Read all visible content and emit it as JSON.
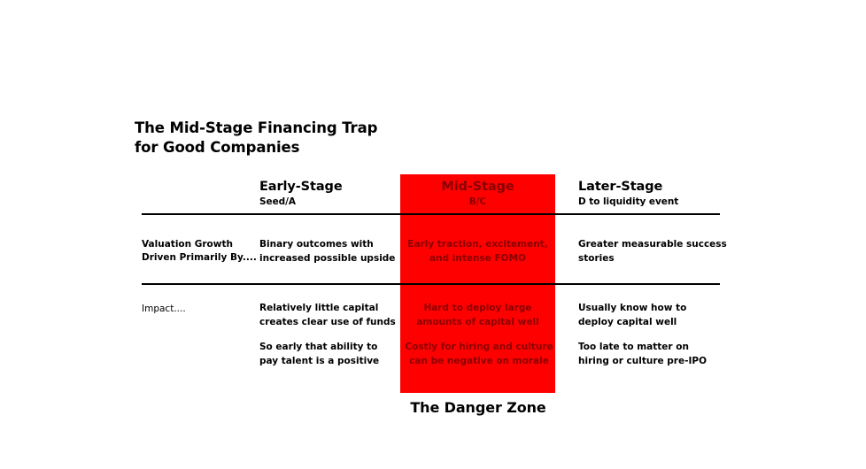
{
  "slide": {
    "title": "The Mid-Stage Financing Trap\nfor Good Companies",
    "danger_caption": "The Danger Zone",
    "accent_color": "#FF0000",
    "on_red_text_color": "#8A0000",
    "text_color": "#000000",
    "background_color": "#FFFFFF"
  },
  "columns": [
    {
      "key": "early",
      "title": "Early-Stage",
      "subtitle": "Seed/A",
      "highlighted": false
    },
    {
      "key": "mid",
      "title": "Mid-Stage",
      "subtitle": "B/C",
      "highlighted": true
    },
    {
      "key": "later",
      "title": "Later-Stage",
      "subtitle": "D to liquidity event",
      "highlighted": false
    }
  ],
  "rows": [
    {
      "key": "valuation",
      "label": "Valuation Growth\nDriven Primarily By....",
      "label_bold": true,
      "cells": {
        "early": [
          "Binary outcomes with\nincreased possible upside"
        ],
        "mid": [
          "Early traction, excitement,\nand intense FOMO"
        ],
        "later": [
          "Greater measurable success\nstories"
        ]
      }
    },
    {
      "key": "impact",
      "label": "Impact....",
      "label_bold": false,
      "cells": {
        "early": [
          "Relatively little capital\ncreates clear use of funds",
          "So early that ability to\npay talent is a positive"
        ],
        "mid": [
          "Hard to deploy large\namounts of capital well",
          "Costly for hiring and culture\ncan be negative on morale"
        ],
        "later": [
          "Usually know how to\ndeploy capital well",
          "Too late to matter on\nhiring or culture pre-IPO"
        ]
      }
    }
  ]
}
